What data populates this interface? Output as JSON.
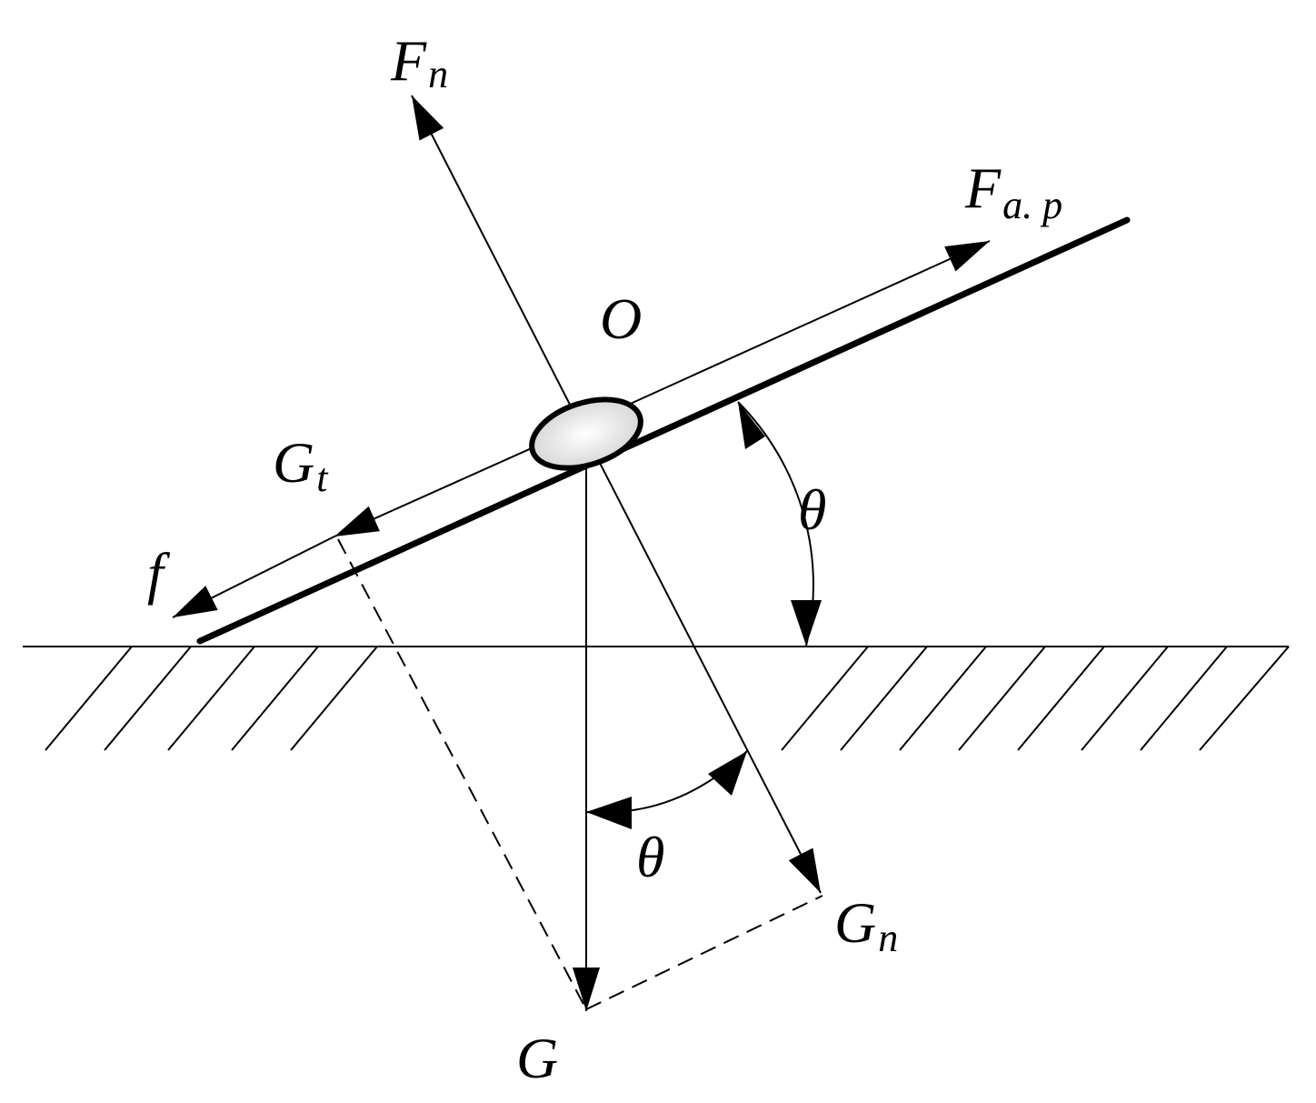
{
  "labels": {
    "Fn": {
      "base": "F",
      "sub": "n"
    },
    "Fap": {
      "base": "F",
      "sub": "a. p"
    },
    "O": "O",
    "Gt": {
      "base": "G",
      "sub": "t"
    },
    "f": "f",
    "theta_slope": "θ",
    "theta_lower": "θ",
    "Gn": {
      "base": "G",
      "sub": "n"
    },
    "G": "G"
  },
  "colors": {
    "ink": "#000000",
    "background": "#ffffff",
    "ring_fill": "#eeeeee"
  }
}
